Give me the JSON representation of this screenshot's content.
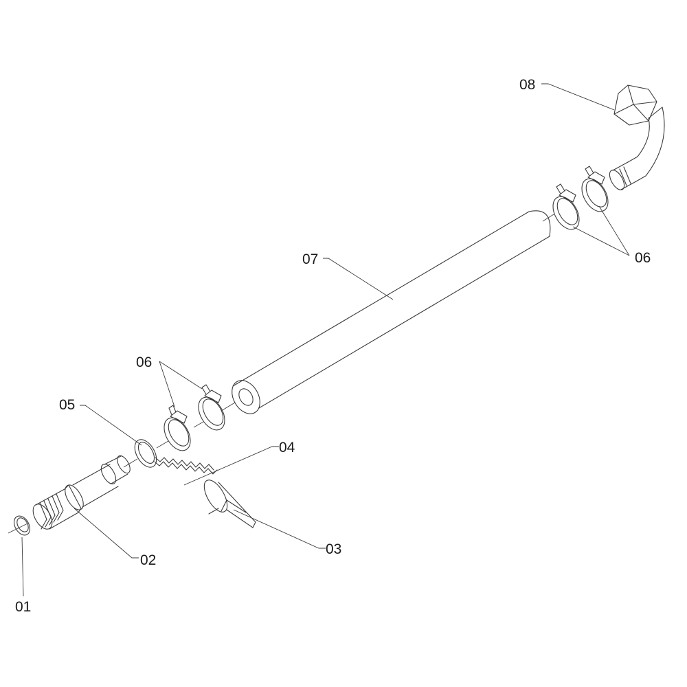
{
  "diagram": {
    "labels": {
      "p01": "01",
      "p02": "02",
      "p03": "03",
      "p04": "04",
      "p05": "05",
      "p06_left": "06",
      "p06_right": "06",
      "p07": "07",
      "p08": "08"
    }
  }
}
